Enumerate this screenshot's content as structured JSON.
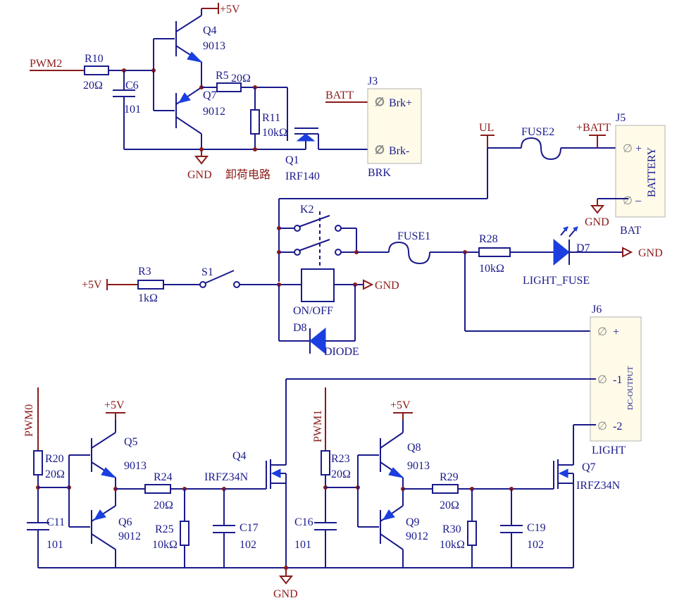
{
  "nets": {
    "pwm2": "PWM2",
    "pwm0": "PWM0",
    "pwm1": "PWM1",
    "batt": "BATT",
    "ul": "UL",
    "plus_batt": "+BATT",
    "vcc": "+5V",
    "gnd": "GND"
  },
  "brake": {
    "caption": "卸荷电路",
    "r10": {
      "ref": "R10",
      "value": "20Ω"
    },
    "c6": {
      "ref": "C6",
      "value": "101"
    },
    "q4": {
      "ref": "Q4",
      "value": "9013"
    },
    "q7": {
      "ref": "Q7",
      "value": "9012"
    },
    "r5": {
      "ref": "R5",
      "value": "20Ω"
    },
    "r11": {
      "ref": "R11",
      "value": "10kΩ"
    },
    "q1": {
      "ref": "Q1",
      "value": "IRF140"
    },
    "j3": {
      "ref": "J3",
      "name": "BRK",
      "pin1": "Brk+",
      "pin2": "Brk-"
    }
  },
  "power": {
    "fuse2": "FUSE2",
    "j5": {
      "ref": "J5",
      "label": "BATTERY",
      "name": "BAT",
      "plus": "+",
      "minus": "_"
    },
    "k2": "K2",
    "fuse1": "FUSE1",
    "r28": {
      "ref": "R28",
      "value": "10kΩ"
    },
    "d7": {
      "ref": "D7",
      "name": "LIGHT_FUSE"
    },
    "r3": {
      "ref": "R3",
      "value": "1kΩ"
    },
    "s1": "S1",
    "relay_label": "ON/OFF",
    "d8": {
      "ref": "D8",
      "name": "DIODE"
    }
  },
  "output": {
    "j6": {
      "ref": "J6",
      "label": "DC-OUTPUT",
      "name": "LIGHT",
      "pin1": "+",
      "pin2": "-1",
      "pin3": "-2"
    }
  },
  "driver_left": {
    "r20": {
      "ref": "R20",
      "value": "20Ω"
    },
    "c11": {
      "ref": "C11",
      "value": "101"
    },
    "q5": {
      "ref": "Q5",
      "value": "9013"
    },
    "q6": {
      "ref": "Q6",
      "value": "9012"
    },
    "r24": {
      "ref": "R24",
      "value": "20Ω"
    },
    "r25": {
      "ref": "R25",
      "value": "10kΩ"
    },
    "c17": {
      "ref": "C17",
      "value": "102"
    },
    "q4": {
      "ref": "Q4",
      "value": "IRFZ34N"
    }
  },
  "driver_right": {
    "r23": {
      "ref": "R23",
      "value": "20Ω"
    },
    "c16": {
      "ref": "C16",
      "value": "101"
    },
    "q8": {
      "ref": "Q8",
      "value": "9013"
    },
    "q9": {
      "ref": "Q9",
      "value": "9012"
    },
    "r29": {
      "ref": "R29",
      "value": "20Ω"
    },
    "r30": {
      "ref": "R30",
      "value": "10kΩ"
    },
    "c19": {
      "ref": "C19",
      "value": "102"
    },
    "q7": {
      "ref": "Q7",
      "value": "IRFZ34N"
    }
  }
}
